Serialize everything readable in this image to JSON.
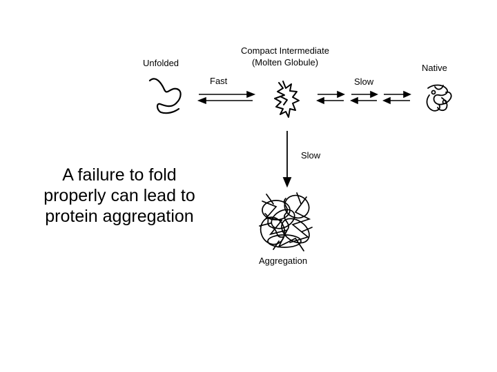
{
  "labels": {
    "unfolded": "Unfolded",
    "intermediate_line1": "Compact Intermediate",
    "intermediate_line2": "(Molten Globule)",
    "native": "Native",
    "fast": "Fast",
    "slow_right": "Slow",
    "slow_down": "Slow",
    "aggregation": "Aggregation"
  },
  "caption": {
    "line1": "A failure to fold",
    "line2": "properly can lead to",
    "line3": "protein aggregation"
  },
  "colors": {
    "ink": "#000000",
    "background": "#ffffff"
  },
  "icons": [
    "unfolded-chain-icon",
    "molten-globule-icon",
    "native-protein-icon",
    "aggregate-tangle-icon"
  ]
}
